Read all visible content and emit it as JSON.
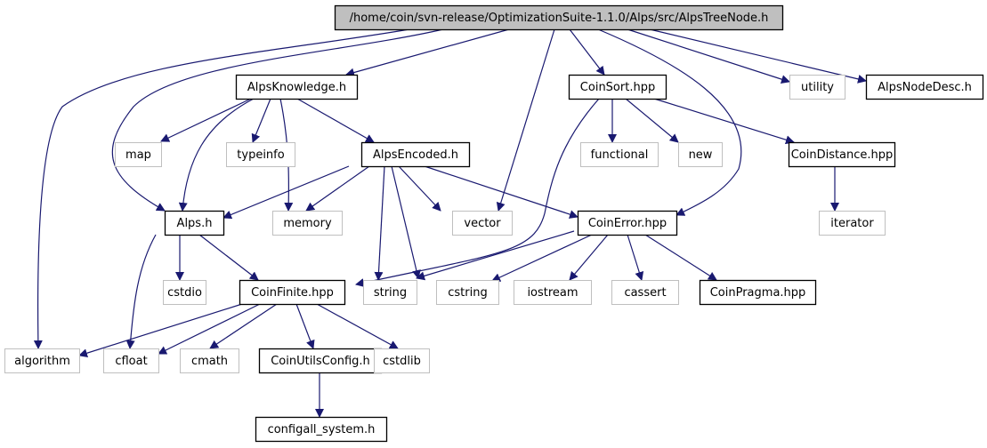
{
  "diagram": {
    "type": "include-dependency-graph",
    "edge_color": "#191970",
    "nodes": [
      {
        "id": "root",
        "label": "/home/coin/svn-release/OptimizationSuite-1.1.0/Alps/src/AlpsTreeNode.h",
        "kind": "root",
        "fill": "#bfbfbf",
        "stroke": "#000000"
      },
      {
        "id": "AlpsKnowledge",
        "label": "AlpsKnowledge.h",
        "kind": "documented",
        "fill": "#ffffff",
        "stroke": "#000000"
      },
      {
        "id": "CoinSort",
        "label": "CoinSort.hpp",
        "kind": "documented",
        "fill": "#ffffff",
        "stroke": "#000000"
      },
      {
        "id": "utility",
        "label": "utility",
        "kind": "external",
        "fill": "#ffffff",
        "stroke": "#bfbfbf"
      },
      {
        "id": "AlpsNodeDesc",
        "label": "AlpsNodeDesc.h",
        "kind": "documented",
        "fill": "#ffffff",
        "stroke": "#000000"
      },
      {
        "id": "map",
        "label": "map",
        "kind": "external",
        "fill": "#ffffff",
        "stroke": "#bfbfbf"
      },
      {
        "id": "typeinfo",
        "label": "typeinfo",
        "kind": "external",
        "fill": "#ffffff",
        "stroke": "#bfbfbf"
      },
      {
        "id": "AlpsEncoded",
        "label": "AlpsEncoded.h",
        "kind": "documented",
        "fill": "#ffffff",
        "stroke": "#000000"
      },
      {
        "id": "functional",
        "label": "functional",
        "kind": "external",
        "fill": "#ffffff",
        "stroke": "#bfbfbf"
      },
      {
        "id": "new",
        "label": "new",
        "kind": "external",
        "fill": "#ffffff",
        "stroke": "#bfbfbf"
      },
      {
        "id": "CoinDistance",
        "label": "CoinDistance.hpp",
        "kind": "documented",
        "fill": "#ffffff",
        "stroke": "#000000"
      },
      {
        "id": "Alps",
        "label": "Alps.h",
        "kind": "documented",
        "fill": "#ffffff",
        "stroke": "#000000"
      },
      {
        "id": "memory",
        "label": "memory",
        "kind": "external",
        "fill": "#ffffff",
        "stroke": "#bfbfbf"
      },
      {
        "id": "vector",
        "label": "vector",
        "kind": "external",
        "fill": "#ffffff",
        "stroke": "#bfbfbf"
      },
      {
        "id": "CoinError",
        "label": "CoinError.hpp",
        "kind": "documented",
        "fill": "#ffffff",
        "stroke": "#000000"
      },
      {
        "id": "iterator",
        "label": "iterator",
        "kind": "external",
        "fill": "#ffffff",
        "stroke": "#bfbfbf"
      },
      {
        "id": "cstdio",
        "label": "cstdio",
        "kind": "external",
        "fill": "#ffffff",
        "stroke": "#bfbfbf"
      },
      {
        "id": "CoinFinite",
        "label": "CoinFinite.hpp",
        "kind": "documented",
        "fill": "#ffffff",
        "stroke": "#000000"
      },
      {
        "id": "string",
        "label": "string",
        "kind": "external",
        "fill": "#ffffff",
        "stroke": "#bfbfbf"
      },
      {
        "id": "cstring",
        "label": "cstring",
        "kind": "external",
        "fill": "#ffffff",
        "stroke": "#bfbfbf"
      },
      {
        "id": "iostream",
        "label": "iostream",
        "kind": "external",
        "fill": "#ffffff",
        "stroke": "#bfbfbf"
      },
      {
        "id": "cassert",
        "label": "cassert",
        "kind": "external",
        "fill": "#ffffff",
        "stroke": "#bfbfbf"
      },
      {
        "id": "CoinPragma",
        "label": "CoinPragma.hpp",
        "kind": "documented",
        "fill": "#ffffff",
        "stroke": "#000000"
      },
      {
        "id": "algorithm",
        "label": "algorithm",
        "kind": "external",
        "fill": "#ffffff",
        "stroke": "#bfbfbf"
      },
      {
        "id": "cfloat",
        "label": "cfloat",
        "kind": "external",
        "fill": "#ffffff",
        "stroke": "#bfbfbf"
      },
      {
        "id": "cmath",
        "label": "cmath",
        "kind": "external",
        "fill": "#ffffff",
        "stroke": "#bfbfbf"
      },
      {
        "id": "CoinUtilsConfig",
        "label": "CoinUtilsConfig.h",
        "kind": "documented",
        "fill": "#ffffff",
        "stroke": "#000000"
      },
      {
        "id": "cstdlib",
        "label": "cstdlib",
        "kind": "external",
        "fill": "#ffffff",
        "stroke": "#bfbfbf"
      },
      {
        "id": "configall_system",
        "label": "configall_system.h",
        "kind": "documented",
        "fill": "#ffffff",
        "stroke": "#000000"
      }
    ],
    "edges": [
      [
        "root",
        "AlpsKnowledge"
      ],
      [
        "root",
        "Alps"
      ],
      [
        "root",
        "algorithm"
      ],
      [
        "root",
        "vector"
      ],
      [
        "root",
        "CoinSort"
      ],
      [
        "root",
        "CoinError"
      ],
      [
        "root",
        "utility"
      ],
      [
        "root",
        "AlpsNodeDesc"
      ],
      [
        "AlpsKnowledge",
        "map"
      ],
      [
        "AlpsKnowledge",
        "typeinfo"
      ],
      [
        "AlpsKnowledge",
        "Alps"
      ],
      [
        "AlpsKnowledge",
        "memory"
      ],
      [
        "AlpsKnowledge",
        "AlpsEncoded"
      ],
      [
        "AlpsEncoded",
        "Alps"
      ],
      [
        "AlpsEncoded",
        "memory"
      ],
      [
        "AlpsEncoded",
        "vector"
      ],
      [
        "AlpsEncoded",
        "string"
      ],
      [
        "AlpsEncoded",
        "cstring"
      ],
      [
        "AlpsEncoded",
        "CoinError"
      ],
      [
        "CoinSort",
        "functional"
      ],
      [
        "CoinSort",
        "new"
      ],
      [
        "CoinSort",
        "CoinDistance"
      ],
      [
        "CoinSort",
        "CoinFinite"
      ],
      [
        "CoinDistance",
        "iterator"
      ],
      [
        "Alps",
        "cstdio"
      ],
      [
        "Alps",
        "cfloat"
      ],
      [
        "Alps",
        "CoinFinite"
      ],
      [
        "CoinError",
        "string"
      ],
      [
        "CoinError",
        "cstring"
      ],
      [
        "CoinError",
        "iostream"
      ],
      [
        "CoinError",
        "cassert"
      ],
      [
        "CoinError",
        "CoinPragma"
      ],
      [
        "CoinFinite",
        "algorithm"
      ],
      [
        "CoinFinite",
        "cfloat"
      ],
      [
        "CoinFinite",
        "cmath"
      ],
      [
        "CoinFinite",
        "CoinUtilsConfig"
      ],
      [
        "CoinFinite",
        "cstdlib"
      ],
      [
        "CoinUtilsConfig",
        "configall_system"
      ]
    ]
  }
}
